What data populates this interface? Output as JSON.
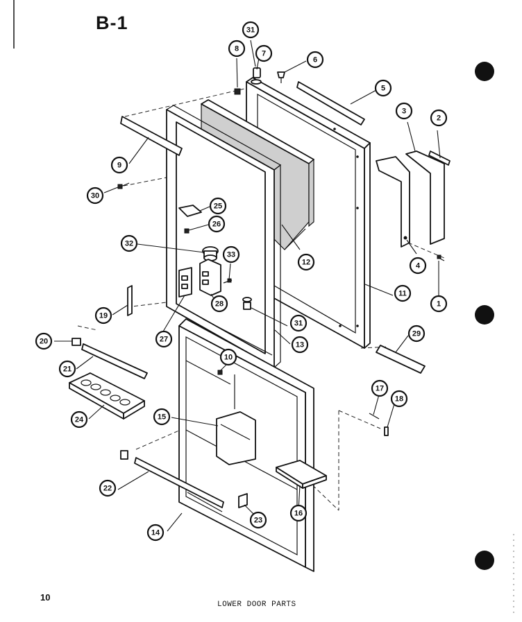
{
  "sheet": {
    "title": "B-1",
    "page_number": "10",
    "caption": "LOWER DOOR PARTS"
  },
  "callouts": [
    {
      "label": "31"
    },
    {
      "label": "8"
    },
    {
      "label": "7"
    },
    {
      "label": "6"
    },
    {
      "label": "5"
    },
    {
      "label": "3"
    },
    {
      "label": "2"
    },
    {
      "label": "9"
    },
    {
      "label": "30"
    },
    {
      "label": "25"
    },
    {
      "label": "26"
    },
    {
      "label": "32"
    },
    {
      "label": "33"
    },
    {
      "label": "12"
    },
    {
      "label": "4"
    },
    {
      "label": "1"
    },
    {
      "label": "11"
    },
    {
      "label": "19"
    },
    {
      "label": "28"
    },
    {
      "label": "27"
    },
    {
      "label": "31"
    },
    {
      "label": "13"
    },
    {
      "label": "29"
    },
    {
      "label": "20"
    },
    {
      "label": "21"
    },
    {
      "label": "10"
    },
    {
      "label": "17"
    },
    {
      "label": "18"
    },
    {
      "label": "24"
    },
    {
      "label": "15"
    },
    {
      "label": "22"
    },
    {
      "label": "16"
    },
    {
      "label": "23"
    },
    {
      "label": "14"
    }
  ],
  "colors": {
    "ink": "#111111",
    "paper": "#ffffff",
    "foam": "#cfcfcf"
  }
}
